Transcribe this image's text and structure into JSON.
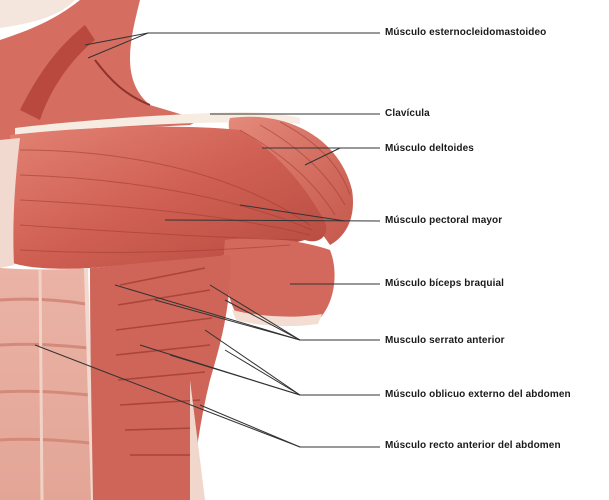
{
  "labels": [
    "Músculo esternocleidomastoideo",
    "Clavícula",
    "Músculo deltoides",
    "Músculo pectoral mayor",
    "Músculo bíceps braquial",
    "Musculo serrato anterior",
    "Músculo oblicuo externo del abdomen",
    "Músculo recto anterior del abdomen"
  ],
  "colors": {
    "muscle": "#d2675c",
    "muscle_dark": "#a8403a",
    "muscle_light": "#e69a8c",
    "tendon": "#f3ded6",
    "bone": "#f6efe6",
    "leader": "#333333"
  }
}
